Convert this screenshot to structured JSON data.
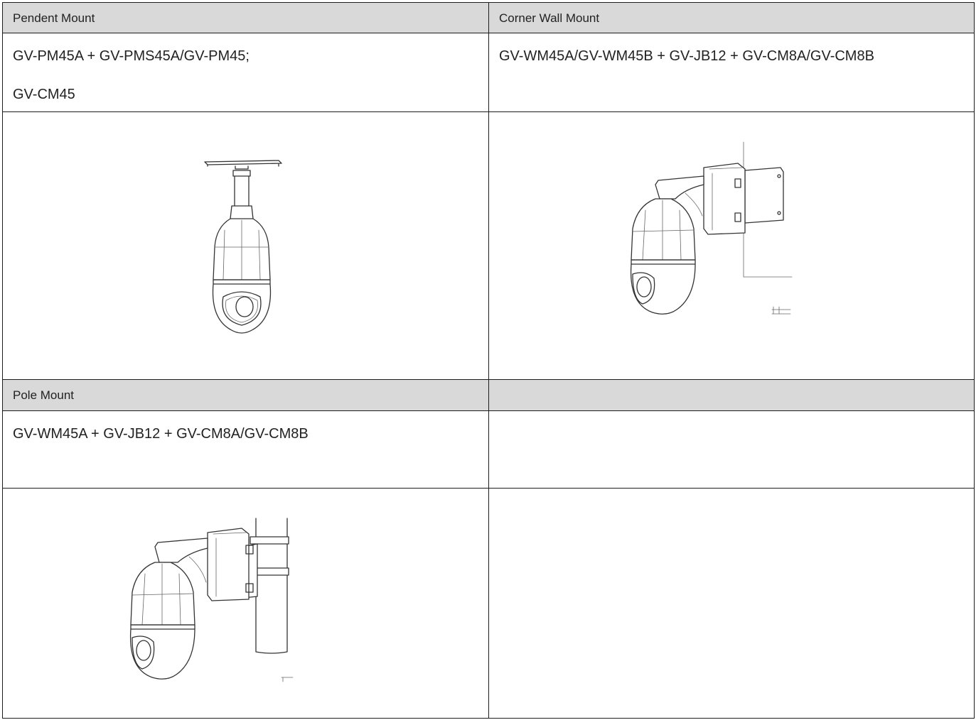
{
  "mounts": [
    {
      "title": "Pendent Mount",
      "lines": [
        "GV-PM45A + GV-PMS45A/GV-PM45;",
        "GV-CM45"
      ],
      "image": "pendent-mount-camera-drawing"
    },
    {
      "title": "Corner Wall Mount",
      "lines": [
        "GV-WM45A/GV-WM45B + GV-JB12 + GV-CM8A/GV-CM8B",
        ""
      ],
      "image": "corner-wall-mount-camera-drawing"
    },
    {
      "title": "Pole Mount",
      "lines": [
        "GV-WM45A + GV-JB12 + GV-CM8A/GV-CM8B",
        ""
      ],
      "image": "pole-mount-camera-drawing"
    },
    {
      "title": "",
      "lines": [
        "",
        ""
      ],
      "image": ""
    }
  ]
}
